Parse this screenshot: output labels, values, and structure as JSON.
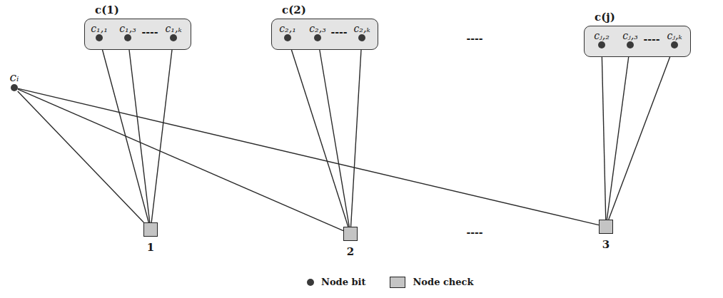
{
  "diagram": {
    "nodes": [
      {
        "text": [
          "c(1)"
        ]
      },
      {
        "text": [
          "c₁,₁"
        ],
        "in": 0
      },
      {
        "text": [
          "c₁,₃"
        ],
        "in": 0
      },
      {
        "text": [
          "c₁,ₖ"
        ],
        "in": 0
      },
      {
        "text": [
          "c(2)"
        ]
      },
      {
        "text": [
          "c₂,₁"
        ],
        "in": 4
      },
      {
        "text": [
          "c₂,₃"
        ],
        "in": 4
      },
      {
        "text": [
          "c₂,ₖ"
        ],
        "in": 4
      },
      {
        "text": [
          "c(j)"
        ]
      },
      {
        "text": [
          "cⱼ,₂"
        ],
        "in": 8
      },
      {
        "text": [
          "cⱼ,₃"
        ],
        "in": 8
      },
      {
        "text": [
          "cⱼ,ₖ"
        ],
        "in": 8
      },
      {
        "text": [
          "cᵢ"
        ]
      },
      {
        "text": [
          "1"
        ]
      },
      {
        "text": [
          "2"
        ]
      },
      {
        "text": [
          "3"
        ]
      }
    ],
    "edges": [
      {
        "from": 1,
        "to": 13,
        "arrow": "none"
      },
      {
        "from": 2,
        "to": 13,
        "arrow": "none"
      },
      {
        "from": 3,
        "to": 13,
        "arrow": "none"
      },
      {
        "from": 5,
        "to": 14,
        "arrow": "none"
      },
      {
        "from": 6,
        "to": 14,
        "arrow": "none"
      },
      {
        "from": 7,
        "to": 14,
        "arrow": "none"
      },
      {
        "from": 9,
        "to": 15,
        "arrow": "none"
      },
      {
        "from": 10,
        "to": 15,
        "arrow": "none"
      },
      {
        "from": 11,
        "to": 15,
        "arrow": "none"
      },
      {
        "from": 12,
        "to": 13,
        "arrow": "none"
      },
      {
        "from": 12,
        "to": 14,
        "arrow": "none"
      },
      {
        "from": 12,
        "to": 15,
        "arrow": "none"
      }
    ],
    "labels": [
      "----",
      "----",
      "----",
      "----",
      "----"
    ],
    "legend": [
      {
        "text": "Node bit"
      },
      {
        "text": "Node check"
      }
    ]
  }
}
